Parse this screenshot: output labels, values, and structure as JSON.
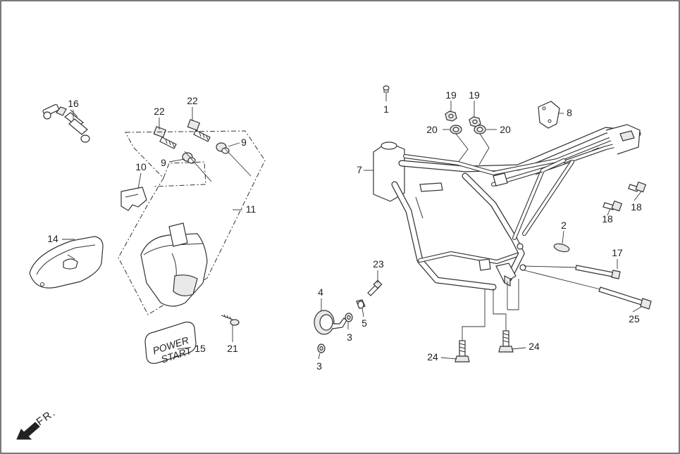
{
  "diagram": {
    "callouts": [
      {
        "id": "16",
        "label": "16"
      },
      {
        "id": "22a",
        "label": "22"
      },
      {
        "id": "22b",
        "label": "22"
      },
      {
        "id": "9a",
        "label": "9"
      },
      {
        "id": "9b",
        "label": "9"
      },
      {
        "id": "10",
        "label": "10"
      },
      {
        "id": "11",
        "label": "11"
      },
      {
        "id": "14",
        "label": "14"
      },
      {
        "id": "15",
        "label": "15"
      },
      {
        "id": "21",
        "label": "21"
      },
      {
        "id": "1",
        "label": "1"
      },
      {
        "id": "19a",
        "label": "19"
      },
      {
        "id": "19b",
        "label": "19"
      },
      {
        "id": "20a",
        "label": "20"
      },
      {
        "id": "20b",
        "label": "20"
      },
      {
        "id": "8",
        "label": "8"
      },
      {
        "id": "7",
        "label": "7"
      },
      {
        "id": "18a",
        "label": "18"
      },
      {
        "id": "18b",
        "label": "18"
      },
      {
        "id": "2",
        "label": "2"
      },
      {
        "id": "17",
        "label": "17"
      },
      {
        "id": "25",
        "label": "25"
      },
      {
        "id": "23",
        "label": "23"
      },
      {
        "id": "4",
        "label": "4"
      },
      {
        "id": "5",
        "label": "5"
      },
      {
        "id": "3a",
        "label": "3"
      },
      {
        "id": "3b",
        "label": "3"
      },
      {
        "id": "24a",
        "label": "24"
      },
      {
        "id": "24b",
        "label": "24"
      }
    ],
    "emblem_text_1": "POWER",
    "emblem_text_2": "START",
    "direction_label": "FR."
  }
}
